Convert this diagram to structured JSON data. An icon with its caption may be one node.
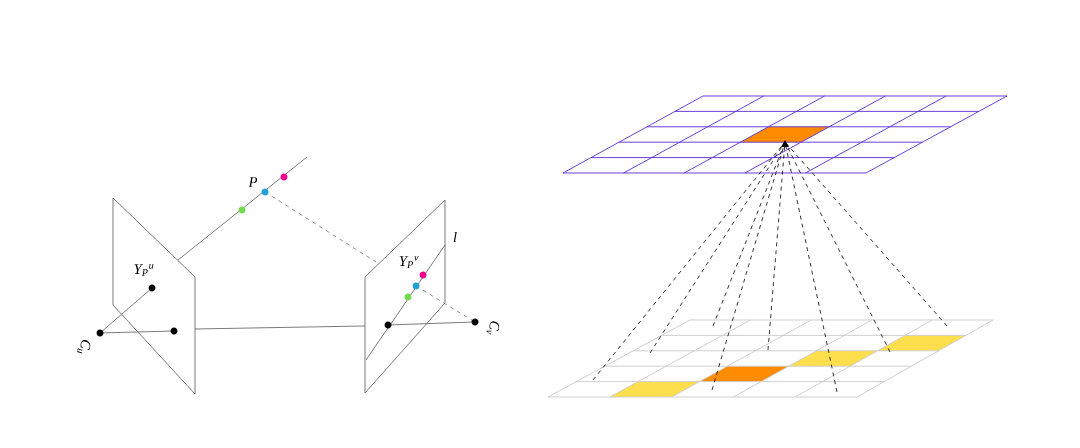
{
  "diagram": {
    "labels": [
      "P",
      "Y$_{P}$$^{u}$",
      "Y$_{P}$$^{v}$",
      "l",
      "C$_{u}$",
      "C$_{v}$"
    ]
  }
}
